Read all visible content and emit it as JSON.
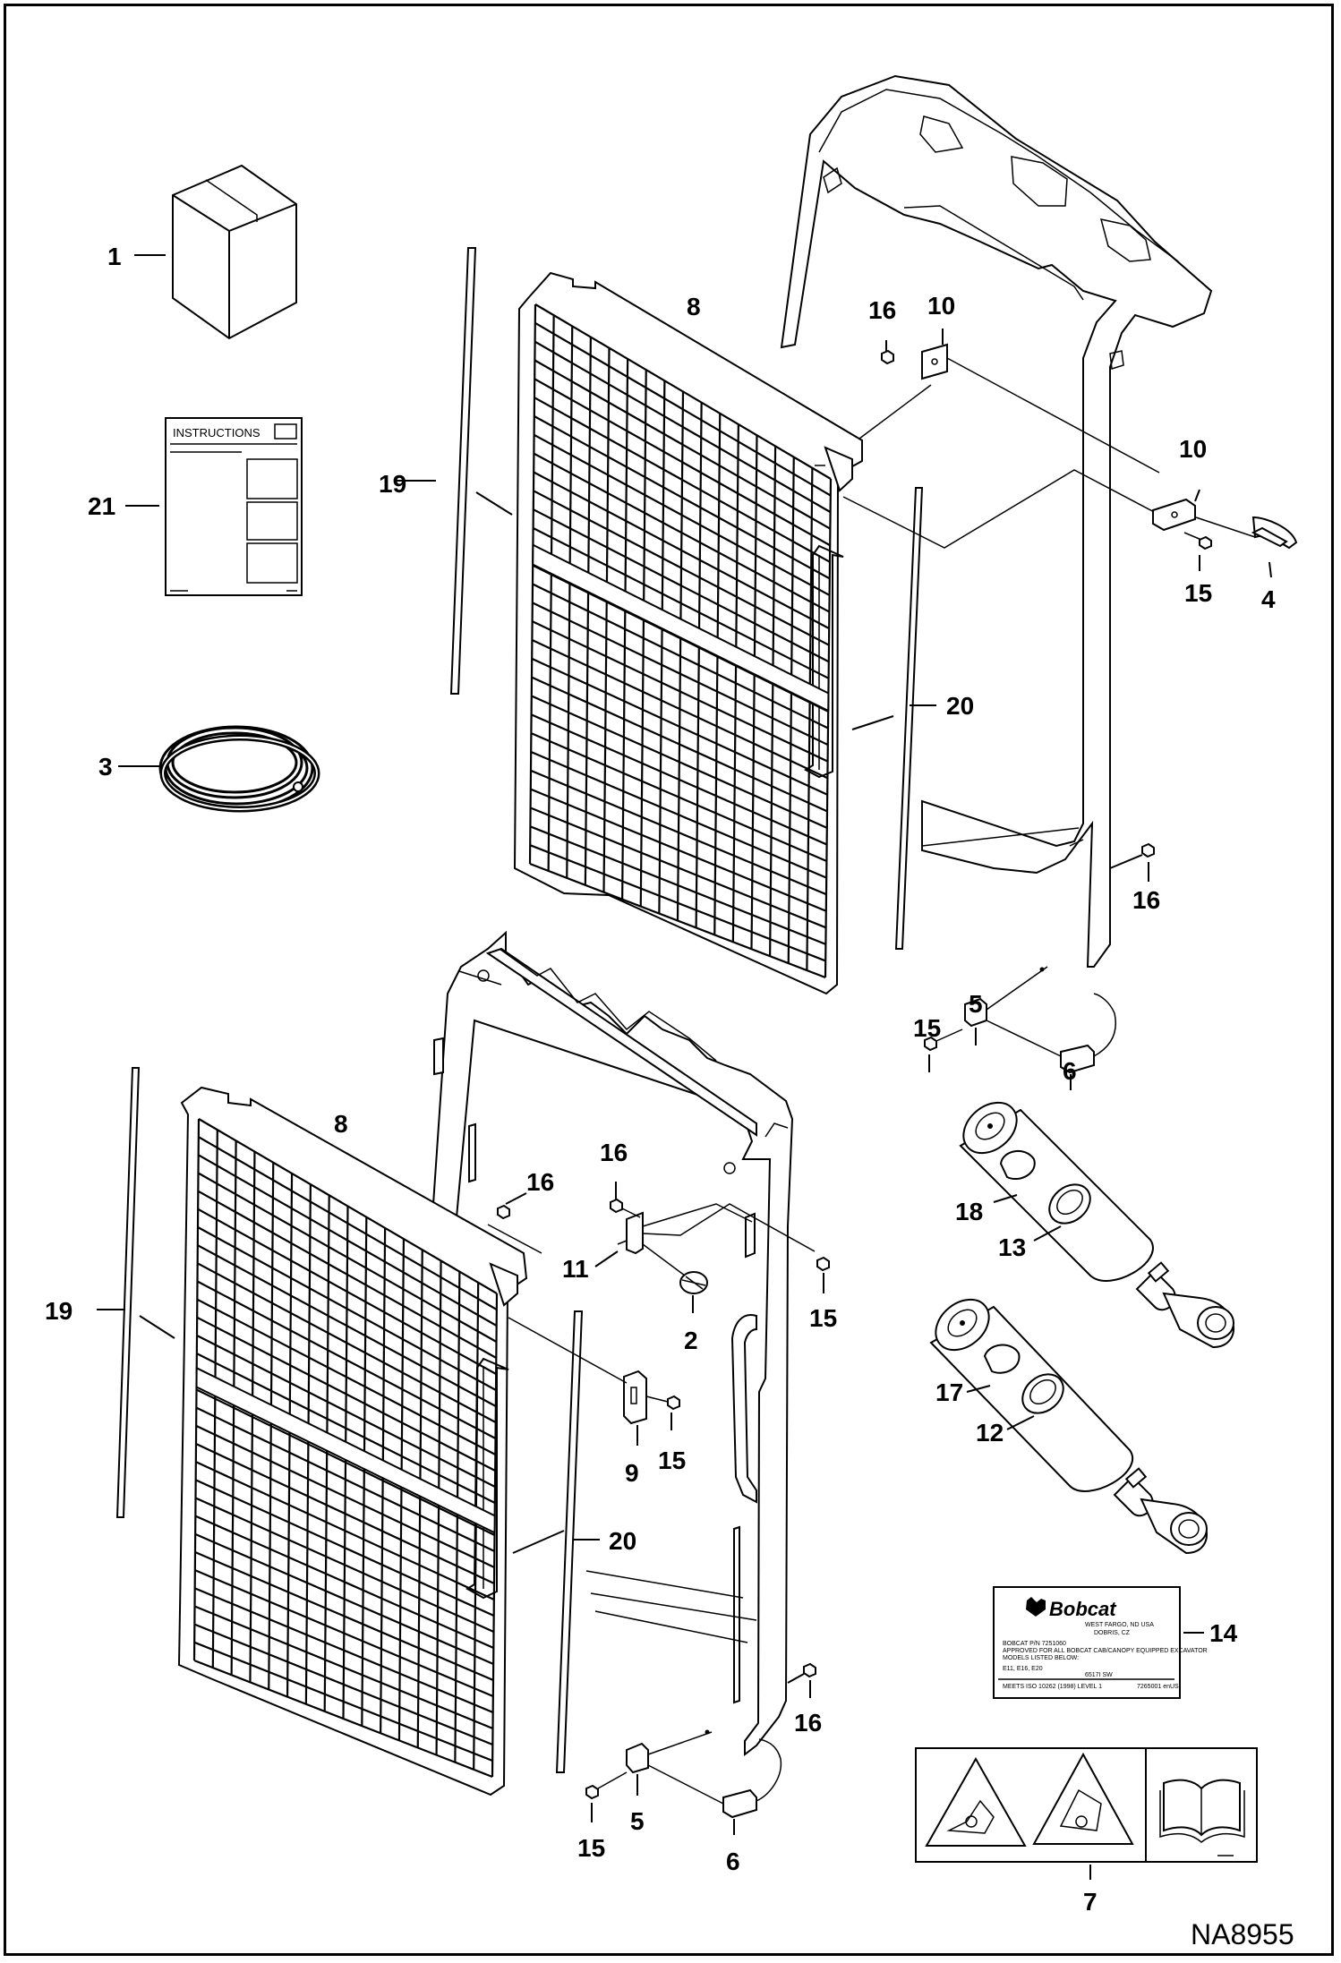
{
  "drawing_code": "NA8955",
  "callouts": {
    "c1": "1",
    "c2": "2",
    "c3": "3",
    "c4": "4",
    "c5a": "5",
    "c5b": "5",
    "c6a": "6",
    "c6b": "6",
    "c7": "7",
    "c8a": "8",
    "c8b": "8",
    "c9": "9",
    "c10a": "10",
    "c10b": "10",
    "c11": "11",
    "c12": "12",
    "c13": "13",
    "c14": "14",
    "c15a": "15",
    "c15b": "15",
    "c15c": "15",
    "c15d": "15",
    "c15e": "15",
    "c16a": "16",
    "c16b": "16",
    "c16c": "16",
    "c16d": "16",
    "c16e": "16",
    "c17": "17",
    "c18": "18",
    "c19a": "19",
    "c19b": "19",
    "c20a": "20",
    "c20b": "20",
    "c21": "21"
  },
  "instructions_sheet": {
    "title": "INSTRUCTIONS"
  },
  "bobcat_label": {
    "brand": "Bobcat",
    "line1": "WEST FARGO, ND USA",
    "line2": "DOBRIS, CZ",
    "pn_line": "BOBCAT P/N   7251060",
    "approved_1": "APPROVED FOR ALL BOBCAT CAB/CANOPY EQUIPPED EXCAVATOR",
    "approved_2": "MODELS LISTED BELOW:",
    "models": "E11, E16, E20",
    "code_a": "6517I  SW",
    "standard": "MEETS ISO 10262 (1998) LEVEL 1",
    "code_b": "7265001  enUS"
  },
  "colors": {
    "ink": "#000000",
    "paper": "#ffffff"
  }
}
